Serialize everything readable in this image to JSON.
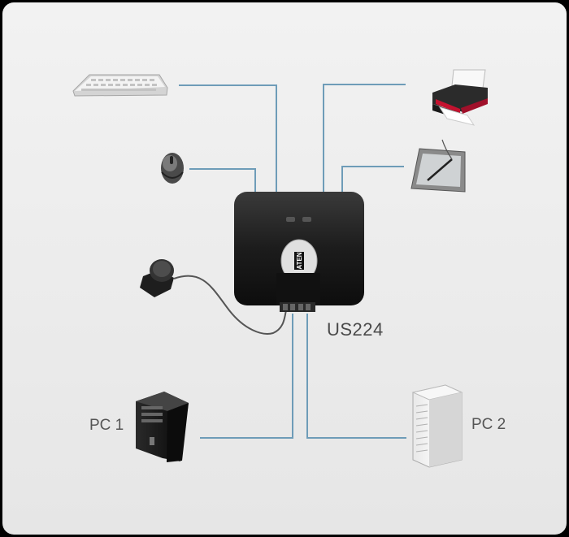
{
  "diagram": {
    "product_name": "US224",
    "brand": "ATEN",
    "labels": {
      "pc1": "PC 1",
      "pc2": "PC 2"
    },
    "devices": [
      "keyboard-icon",
      "mouse-icon",
      "printer-icon",
      "drawing-tablet-icon",
      "remote-port-selector-icon",
      "tower-pc-icon",
      "workstation-pc-icon"
    ],
    "colors": {
      "background": "#eeeeee",
      "frame": "#000000",
      "cable": "#6e9cb8",
      "switch_body": "#222222"
    }
  }
}
